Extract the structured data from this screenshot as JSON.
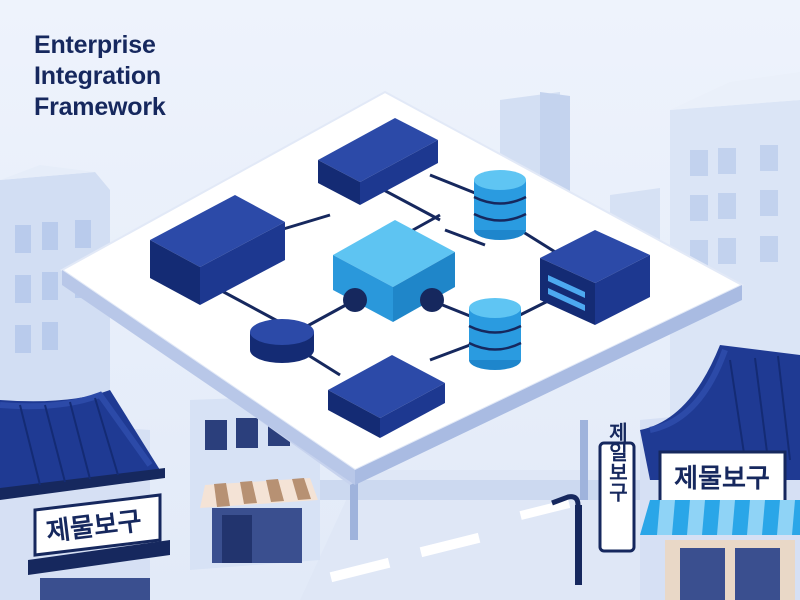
{
  "header": {
    "title_lines": [
      "Enterprise",
      "Integration",
      "Framework"
    ]
  },
  "signs": {
    "left_shop": "제물보구",
    "vertical_sign": "제일보구",
    "right_shop": "제물보구"
  },
  "colors": {
    "background": "#e8eefa",
    "navy": "#1f3a93",
    "sky_blue": "#2aa6e8",
    "title_text": "#16285e",
    "platform": "#ffffff",
    "building": "#c9d6f0"
  },
  "diagram": {
    "nodes": [
      {
        "id": "block-top",
        "shape": "block",
        "color": "navy"
      },
      {
        "id": "block-left",
        "shape": "block",
        "color": "navy"
      },
      {
        "id": "hub",
        "shape": "cube",
        "color": "sky_blue"
      },
      {
        "id": "db-top",
        "shape": "database",
        "color": "sky_blue"
      },
      {
        "id": "server-right",
        "shape": "server",
        "color": "navy"
      },
      {
        "id": "db-bottom",
        "shape": "database",
        "color": "sky_blue"
      },
      {
        "id": "disc-left",
        "shape": "disc",
        "color": "navy"
      },
      {
        "id": "block-bottom",
        "shape": "block",
        "color": "navy"
      }
    ]
  }
}
